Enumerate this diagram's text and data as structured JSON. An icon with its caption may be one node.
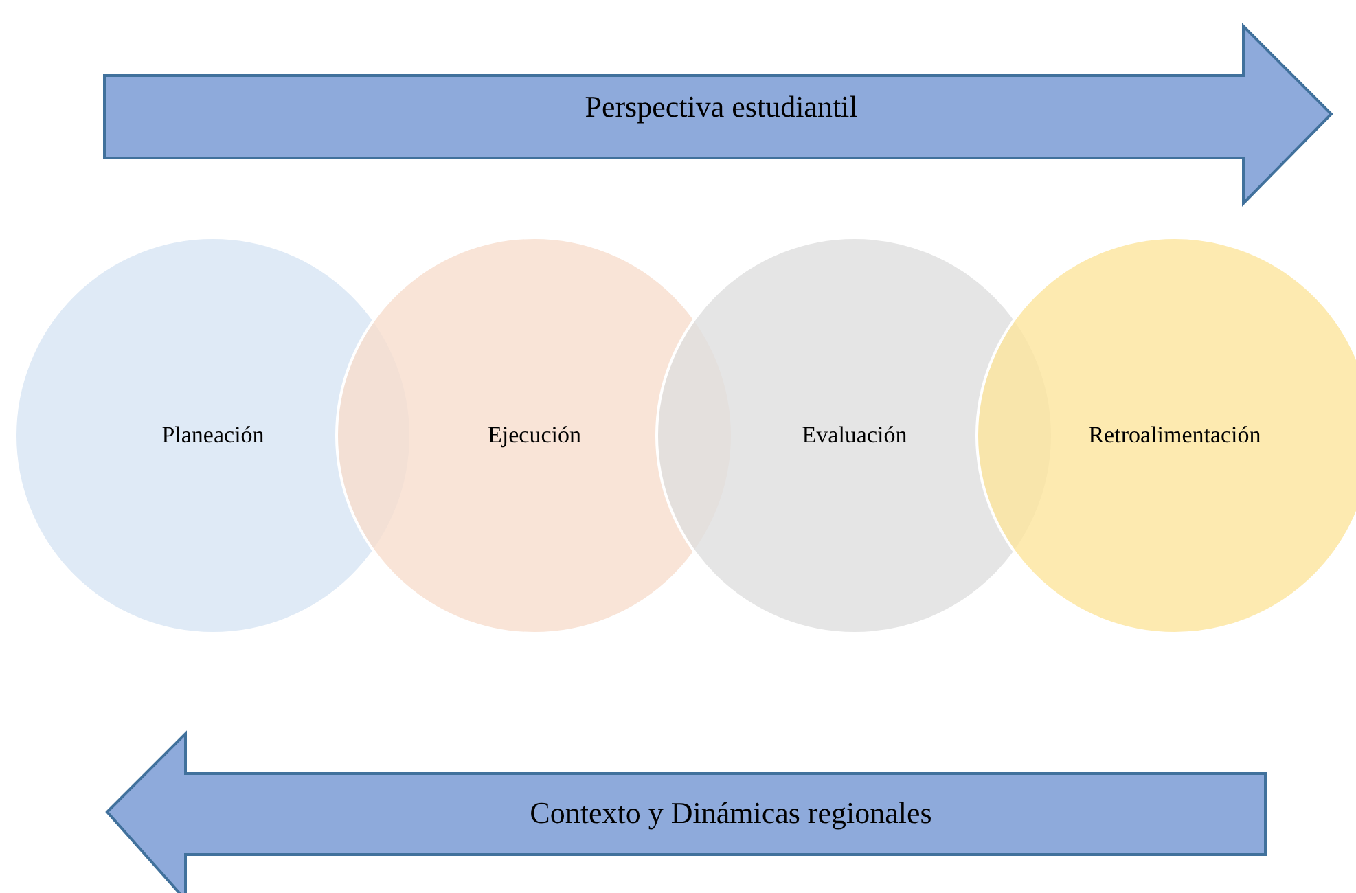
{
  "diagram": {
    "nodes": [
      {
        "text": [
          "Perspectiva estudiantil"
        ]
      },
      {
        "text": [
          "Planeación"
        ]
      },
      {
        "text": [
          "Ejecución"
        ]
      },
      {
        "text": [
          "Evaluación"
        ]
      },
      {
        "text": [
          "Retroalimentación"
        ]
      },
      {
        "text": [
          "Contexto y Dinámicas regionales"
        ]
      }
    ]
  }
}
